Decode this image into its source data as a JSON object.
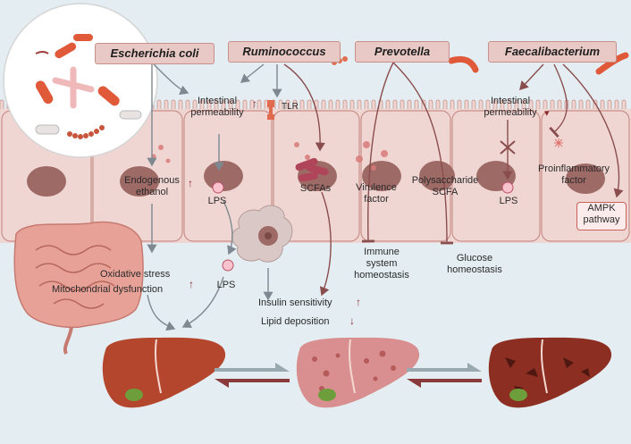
{
  "bacteria": {
    "ecoli": "Escherichia coli",
    "ruminococcus": "Ruminococcus",
    "prevotella": "Prevotella",
    "faecalibacterium": "Faecalibacterium"
  },
  "labels": {
    "intestinal_permeability_1": "Intestinal\npermeability",
    "tlr": "TLR",
    "endogenous_ethanol": "Endogenous\nethanol",
    "lps_cell": "LPS",
    "lps_lower": "LPS",
    "scfas": "SCFAs",
    "virulence_factor": "Virulence\nfactor",
    "polysaccharide_scfa": "Polysaccharide\nSCFA",
    "intestinal_permeability_2": "Intestinal\npermeability",
    "lps_right": "LPS",
    "proinflammatory_factor": "Proinflammatory\nfactor",
    "ampk_pathway": "AMPK\npathway",
    "immune_homeostasis": "Immune\nsystem\nhomeostasis",
    "glucose_homeostasis": "Glucose\nhomeostasis",
    "oxidative_stress": "Oxidative stress",
    "mitochondrial_dysfunction": "Mitochondrial dysfunction",
    "insulin_sensitivity": "Insulin sensitivity",
    "lipid_deposition": "Lipid deposition"
  },
  "arrows": {
    "up": "↑",
    "down": "↓",
    "down_small": "▾"
  },
  "colors": {
    "background": "#e4eef2",
    "cell_fill": "#f0d6d2",
    "nucleus": "#9e6a66",
    "tag_fill": "#e8c9c5",
    "arrow_dark": "#8a4d4d",
    "arrow_grey": "#7d8890",
    "liver_healthy": "#b5462e",
    "liver_fatty": "#d98f8f",
    "liver_fibrotic": "#8c2e22"
  }
}
